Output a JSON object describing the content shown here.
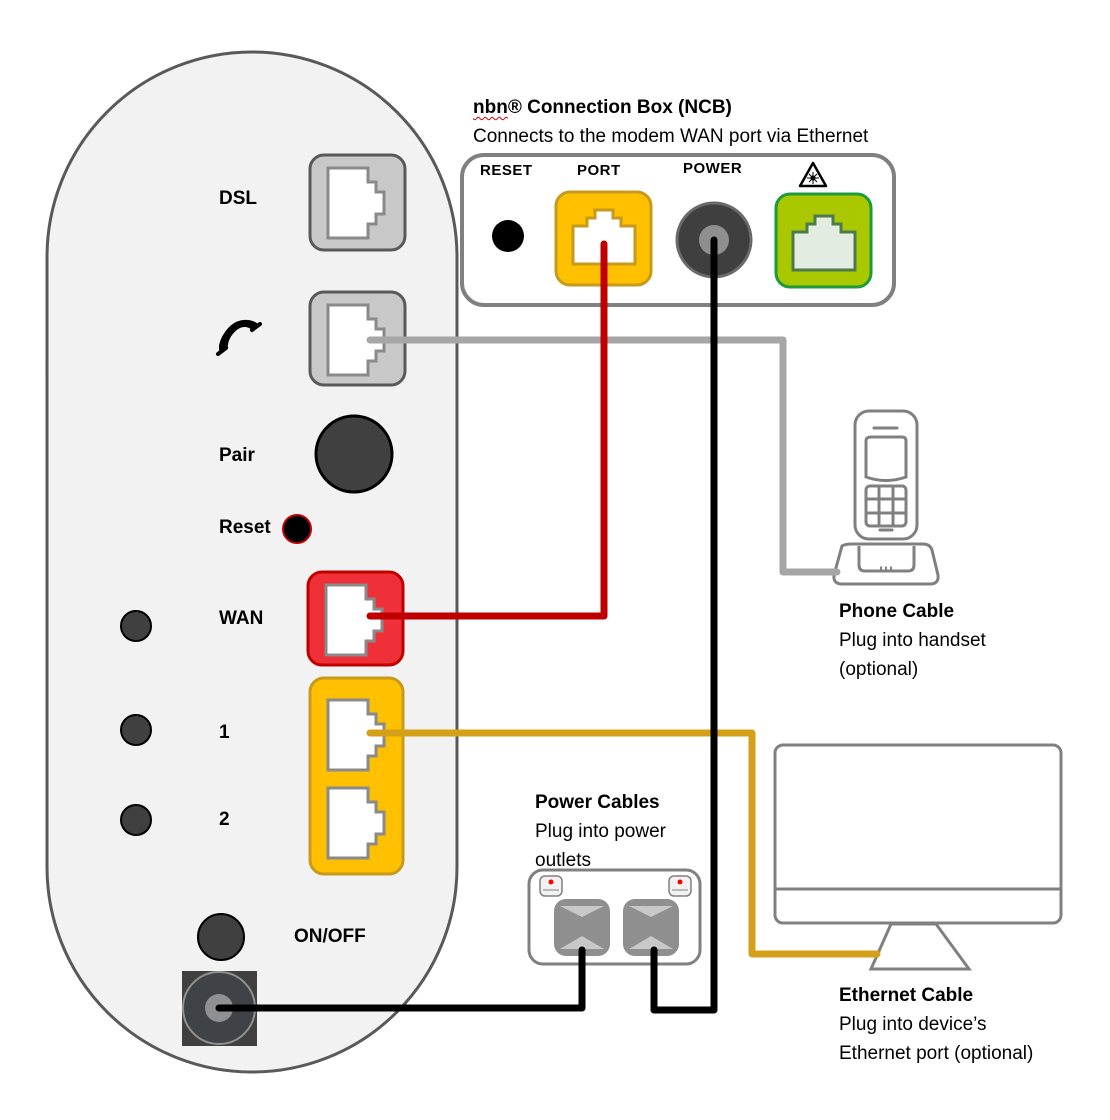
{
  "colors": {
    "modem_body": "#f2f2f2",
    "modem_outline": "#595959",
    "phone_cable": "#a6a6a6",
    "wan_cable": "#c00000",
    "ethernet_cable": "#d4a017",
    "power_cable": "#000000",
    "wan_port": "#ef3038",
    "lan_port": "#ffc000",
    "ncb_uni_port": "#ffc000",
    "ncb_fibre_port": "#a9c800",
    "grey_port": "#c8c8c8",
    "led": "#404040"
  },
  "modem": {
    "labels": {
      "dsl": "DSL",
      "phone_icon": "phone-icon",
      "pair": "Pair",
      "reset": "Reset",
      "wan": "WAN",
      "lan1": "1",
      "lan2": "2",
      "onoff": "ON/OFF"
    }
  },
  "ncb": {
    "brand": "nbn",
    "title_rest": "® Connection Box (NCB)",
    "subtitle": "Connects to the modem WAN port via Ethernet",
    "labels": {
      "reset": "RESET",
      "port": "PORT",
      "power": "POWER",
      "fibre_icon": "laser-warning-icon"
    }
  },
  "captions": {
    "phone": {
      "title": "Phone Cable",
      "line1": "Plug into handset",
      "line2": "(optional)"
    },
    "power": {
      "title": "Power Cables",
      "line1": "Plug into power",
      "line2": "outlets"
    },
    "ethernet": {
      "title": "Ethernet Cable",
      "line1": "Plug into device’s",
      "line2": "Ethernet port (optional)"
    }
  }
}
